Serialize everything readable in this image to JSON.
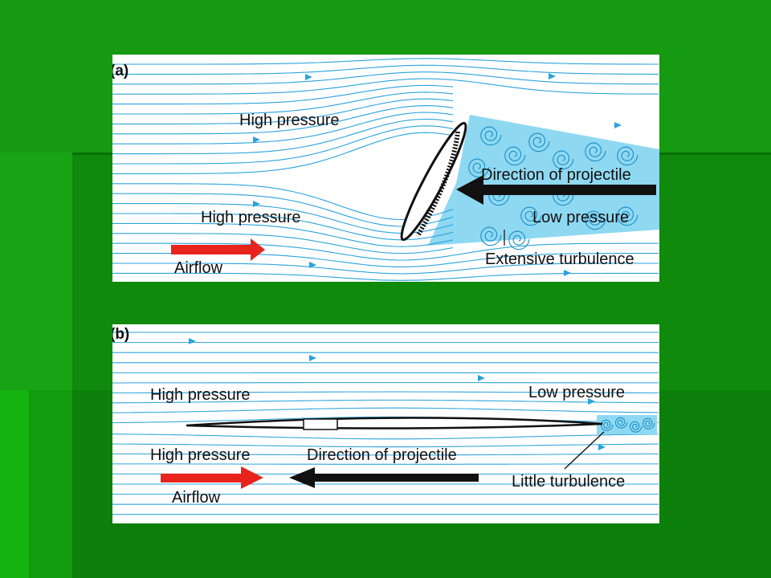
{
  "panel_a": {
    "tag": "(a)",
    "label_high_pressure_top": "High pressure",
    "label_high_pressure_bottom": "High pressure",
    "label_direction": "Direction of projectile",
    "label_low_pressure": "Low pressure",
    "label_turbulence": "Extensive turbulence",
    "label_airflow": "Airflow"
  },
  "panel_b": {
    "tag": "(b)",
    "label_high_pressure_top": "High pressure",
    "label_low_pressure": "Low pressure",
    "label_high_pressure_bottom": "High pressure",
    "label_direction": "Direction of projectile",
    "label_airflow": "Airflow",
    "label_turbulence": "Little turbulence"
  },
  "colors": {
    "streamline": "#2aa3dc",
    "wake": "#8fd8f2",
    "airflow_arrow": "#e8231c",
    "projectile_arrow": "#111111",
    "background": "#118a0e"
  }
}
